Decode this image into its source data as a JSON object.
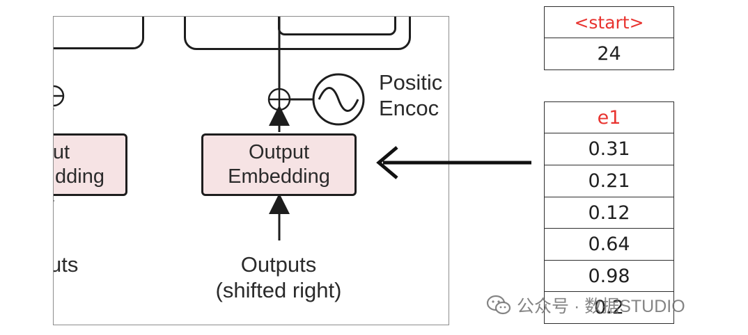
{
  "diagram": {
    "left_partial_box": {
      "line1": "ut",
      "line2": "dding"
    },
    "left_partial_label": "uts",
    "positional_label": {
      "line1": "Positic",
      "line2": "Encoc"
    },
    "output_embedding": {
      "line1": "Output",
      "line2": "Embedding"
    },
    "outputs_label": {
      "line1": "Outputs",
      "line2": "(shifted right)"
    }
  },
  "start_table": {
    "header": "<start>",
    "values": [
      "24"
    ],
    "header_color": "#e8332f"
  },
  "e1_table": {
    "header": "e1",
    "values": [
      "0.31",
      "0.21",
      "0.12",
      "0.64",
      "0.98",
      "0.2"
    ],
    "header_color": "#e8332f"
  },
  "watermark": {
    "icon": "wechat-icon",
    "text": "公众号 · 数据STUDIO"
  },
  "colors": {
    "embedding_fill": "#f6e3e4",
    "stroke": "#1d1d1d"
  }
}
